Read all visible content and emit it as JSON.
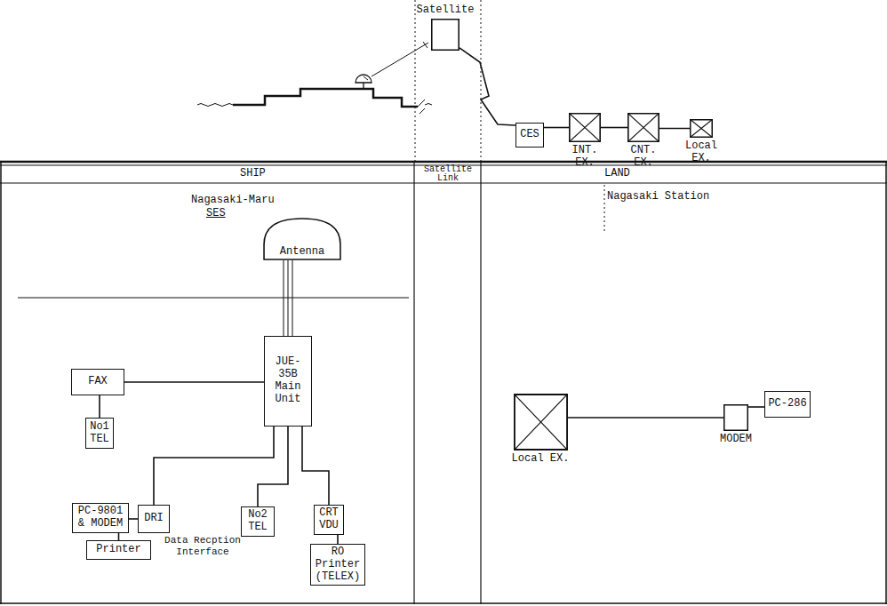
{
  "diagram": {
    "nodes": [
      {
        "text": [
          "Satellite"
        ]
      },
      {
        "text": [
          "CES"
        ]
      },
      {
        "text": [
          "INT. EX."
        ]
      },
      {
        "text": [
          "CNT. EX."
        ]
      },
      {
        "text": [
          "Local EX."
        ]
      },
      {
        "text": [
          "Antenna"
        ]
      },
      {
        "text": [
          "JUE- 35B Main Unit"
        ]
      },
      {
        "text": [
          "FAX"
        ]
      },
      {
        "text": [
          "No1 TEL"
        ]
      },
      {
        "text": [
          "PC-9801 & MODEM"
        ]
      },
      {
        "text": [
          "DRI"
        ]
      },
      {
        "text": [
          "Printer"
        ]
      },
      {
        "text": [
          "No2 TEL"
        ]
      },
      {
        "text": [
          "CRT VDU"
        ]
      },
      {
        "text": [
          "RO Printer (TELEX)"
        ]
      },
      {
        "text": [
          "Local EX."
        ]
      },
      {
        "text": [
          "MODEM"
        ]
      },
      {
        "text": [
          "PC-286"
        ]
      }
    ],
    "edges": [
      {
        "from": 0,
        "to": 1,
        "arrow": "none"
      },
      {
        "from": 1,
        "to": 2,
        "arrow": "none"
      },
      {
        "from": 2,
        "to": 3,
        "arrow": "none"
      },
      {
        "from": 3,
        "to": 4,
        "arrow": "none"
      },
      {
        "from": 5,
        "to": 6,
        "arrow": "none"
      },
      {
        "from": 6,
        "to": 7,
        "arrow": "none"
      },
      {
        "from": 7,
        "to": 8,
        "arrow": "none"
      },
      {
        "from": 6,
        "to": 10,
        "arrow": "none"
      },
      {
        "from": 6,
        "to": 12,
        "arrow": "none"
      },
      {
        "from": 6,
        "to": 13,
        "arrow": "none"
      },
      {
        "from": 13,
        "to": 14,
        "arrow": "none"
      },
      {
        "from": 9,
        "to": 10,
        "arrow": "none"
      },
      {
        "from": 9,
        "to": 11,
        "arrow": "none"
      },
      {
        "from": 15,
        "to": 16,
        "arrow": "none"
      },
      {
        "from": 16,
        "to": 17,
        "arrow": "none"
      }
    ],
    "labels": [
      "SHIP",
      "Satellite Link",
      "LAND",
      "Nagasaki-Maru",
      "SES",
      "Data Recption Interface",
      "Nagasaki Station"
    ]
  }
}
